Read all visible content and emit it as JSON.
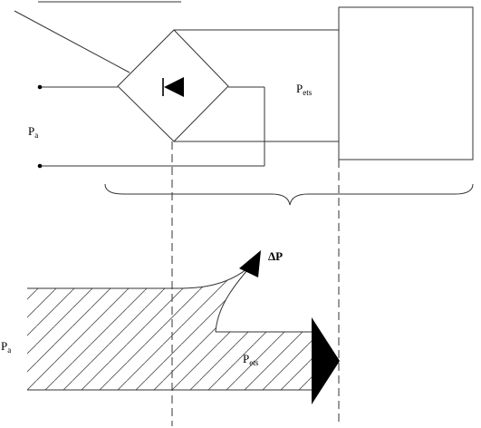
{
  "diagram": {
    "labels": {
      "pa_top": {
        "main": "P",
        "sub": "a"
      },
      "pets_top": {
        "main": "P",
        "sub": "ets"
      },
      "delta_p": "ΔP",
      "pa_bottom": {
        "main": "P",
        "sub": "a"
      },
      "pets_bottom": {
        "main": "P",
        "sub": "ets"
      }
    },
    "colors": {
      "line": "#333333",
      "fill": "#000000",
      "hatch": "#555555",
      "background": "#ffffff"
    }
  }
}
